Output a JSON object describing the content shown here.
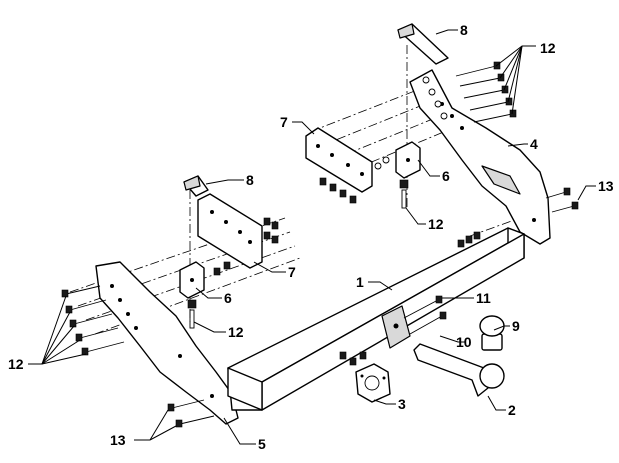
{
  "diagram": {
    "callouts": [
      {
        "id": "c1",
        "text": "1"
      },
      {
        "id": "c2",
        "text": "2"
      },
      {
        "id": "c3",
        "text": "3"
      },
      {
        "id": "c4",
        "text": "4"
      },
      {
        "id": "c5",
        "text": "5"
      },
      {
        "id": "c6a",
        "text": "6"
      },
      {
        "id": "c6b",
        "text": "6"
      },
      {
        "id": "c7a",
        "text": "7"
      },
      {
        "id": "c7b",
        "text": "7"
      },
      {
        "id": "c8a",
        "text": "8"
      },
      {
        "id": "c8b",
        "text": "8"
      },
      {
        "id": "c9",
        "text": "9"
      },
      {
        "id": "c10",
        "text": "10"
      },
      {
        "id": "c11",
        "text": "11"
      },
      {
        "id": "c12a",
        "text": "12"
      },
      {
        "id": "c12b",
        "text": "12"
      },
      {
        "id": "c12c",
        "text": "12"
      },
      {
        "id": "c12d",
        "text": "12"
      },
      {
        "id": "c13a",
        "text": "13"
      },
      {
        "id": "c13b",
        "text": "13"
      }
    ]
  },
  "colors": {
    "line": "#000000",
    "background": "#ffffff",
    "fill_shade": "#d9d9d9"
  }
}
